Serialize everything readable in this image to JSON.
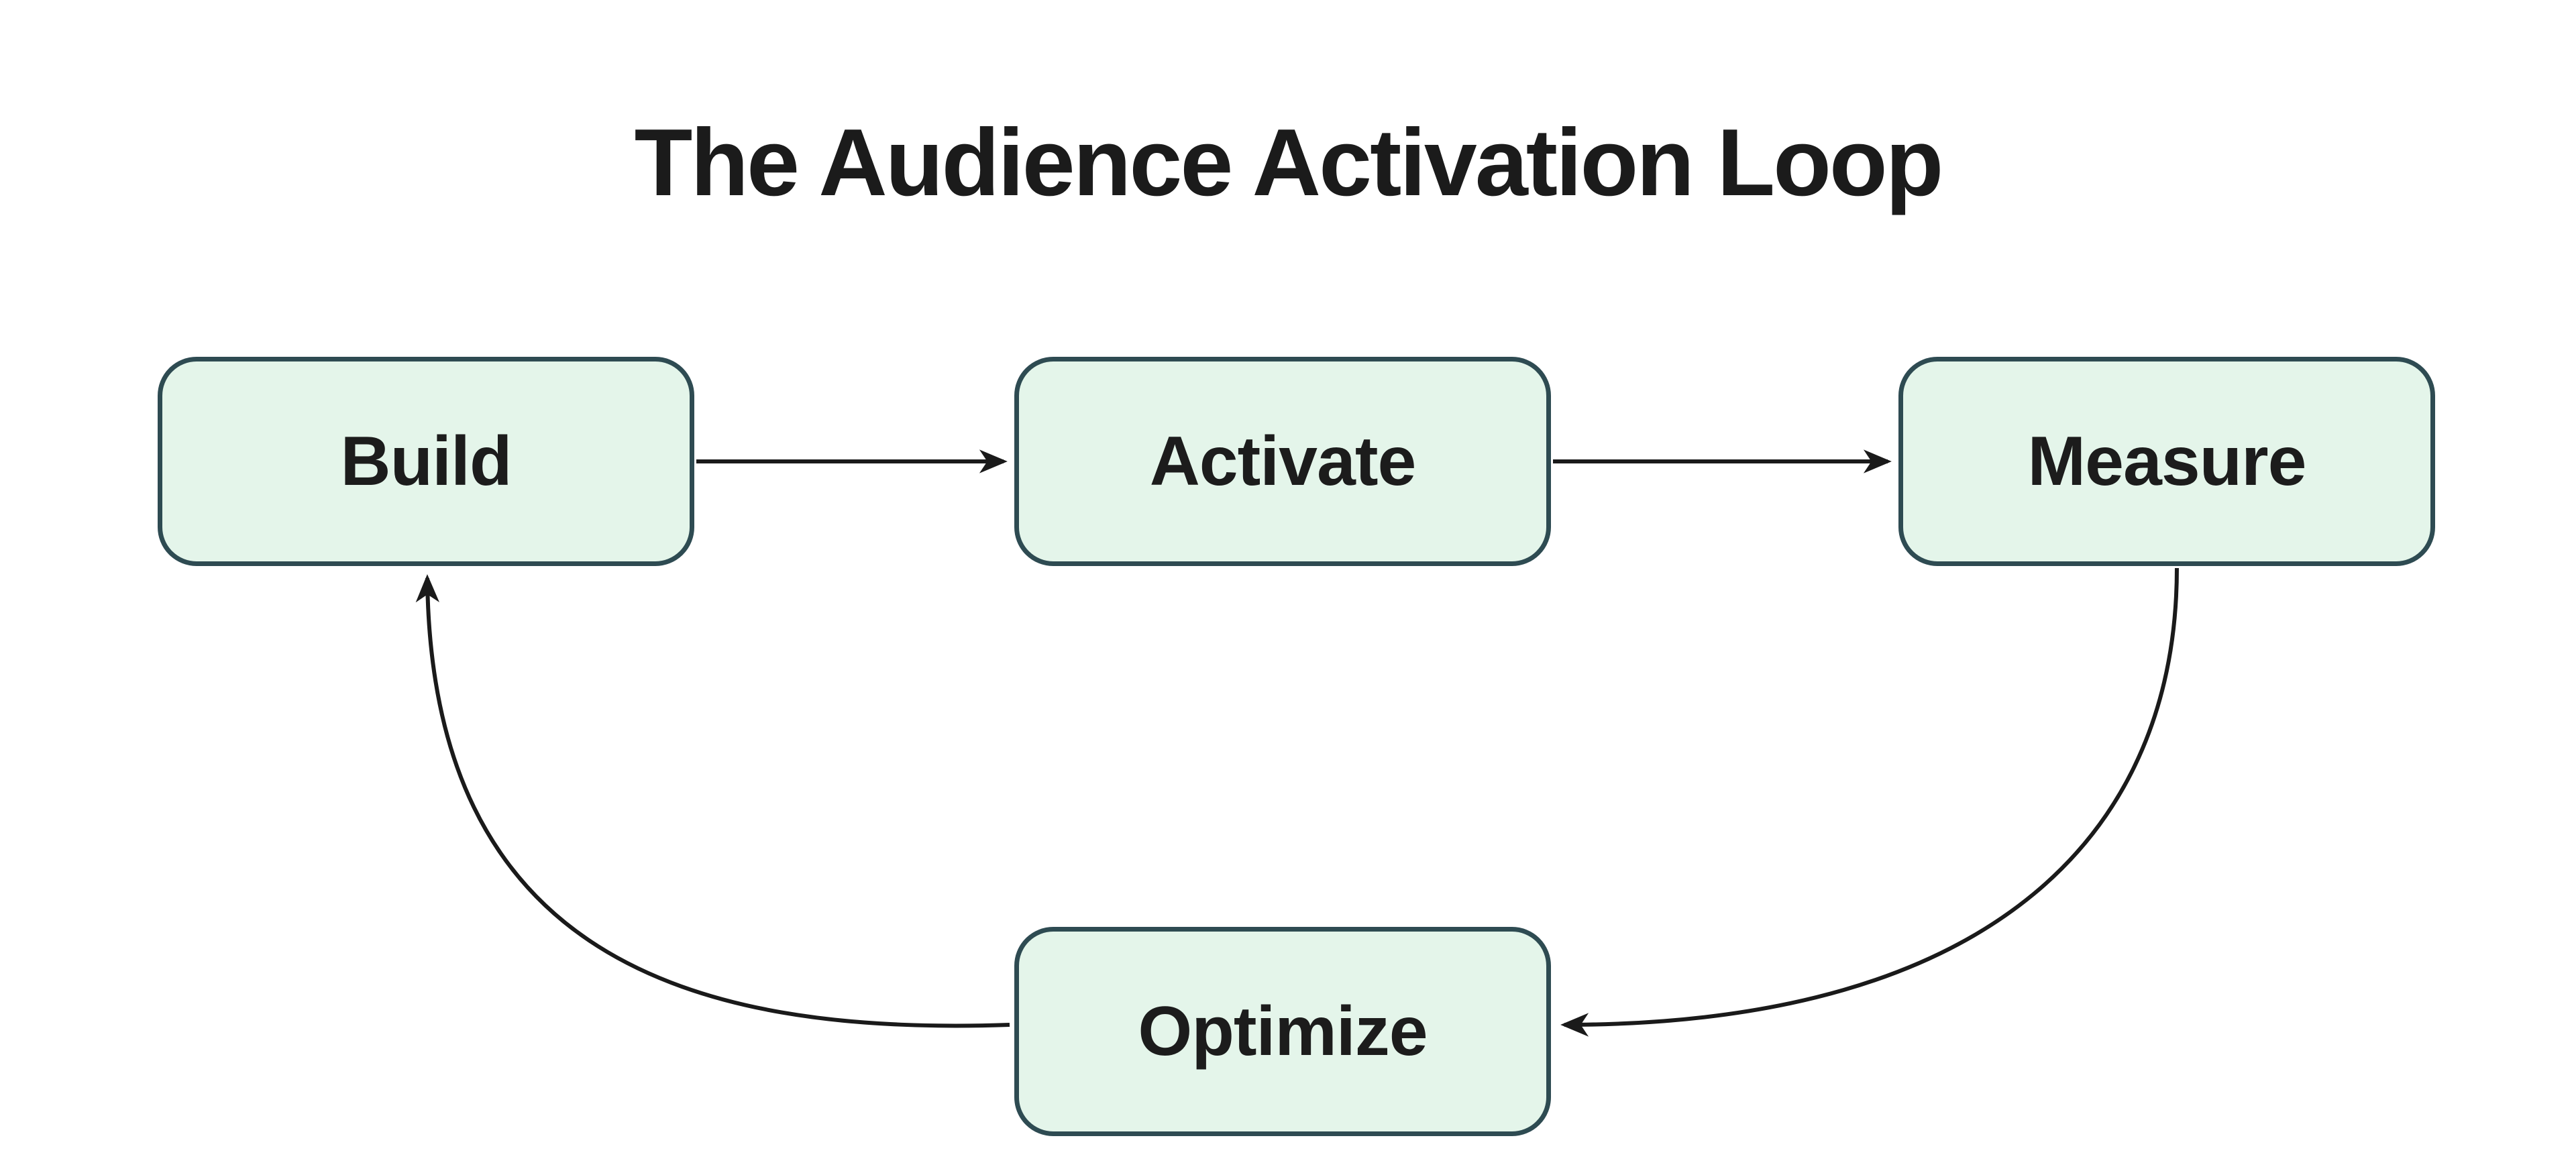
{
  "title": "The Audience Activation Loop",
  "diagram": {
    "type": "flowchart-cycle",
    "nodes": [
      {
        "id": "build",
        "label": "Build"
      },
      {
        "id": "activate",
        "label": "Activate"
      },
      {
        "id": "measure",
        "label": "Measure"
      },
      {
        "id": "optimize",
        "label": "Optimize"
      }
    ],
    "edges": [
      {
        "from": "build",
        "to": "activate",
        "style": "straight"
      },
      {
        "from": "activate",
        "to": "measure",
        "style": "straight"
      },
      {
        "from": "measure",
        "to": "optimize",
        "style": "curved"
      },
      {
        "from": "optimize",
        "to": "build",
        "style": "curved"
      }
    ]
  },
  "colors": {
    "background": "#ffffff",
    "node_fill": "#e4f5ea",
    "node_border": "#2e4b52",
    "node_text": "#1c1c1c",
    "title_text": "#1b1b1b",
    "arrow": "#1a1a1a"
  }
}
